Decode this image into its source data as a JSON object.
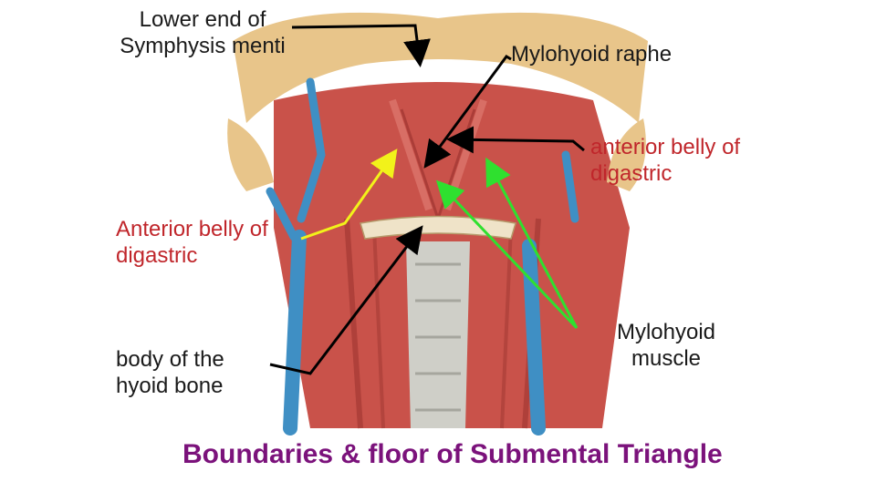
{
  "slide": {
    "title": "Boundaries & floor of Submental Triangle",
    "title_color": "#7b127b"
  },
  "labels": {
    "symphysis": "Lower end of Symphysis menti",
    "raphe": "Mylohyoid raphe",
    "ant_belly_right": "anterior belly of digastric",
    "ant_belly_left": "Anterior belly of digastric",
    "hyoid": "body of the hyoid bone",
    "mylohyoid": "Mylohyoid muscle"
  },
  "colors": {
    "bone": "#e8c58a",
    "muscle": "#c9524a",
    "muscle_dark": "#9e3530",
    "vein": "#3f8fc4",
    "trachea": "#cfcfc8",
    "pointer_black": "#000000",
    "pointer_yellow": "#f2f21a",
    "pointer_green": "#2fe02f",
    "label_red": "#c0262b",
    "label_black": "#1a1a1a"
  }
}
